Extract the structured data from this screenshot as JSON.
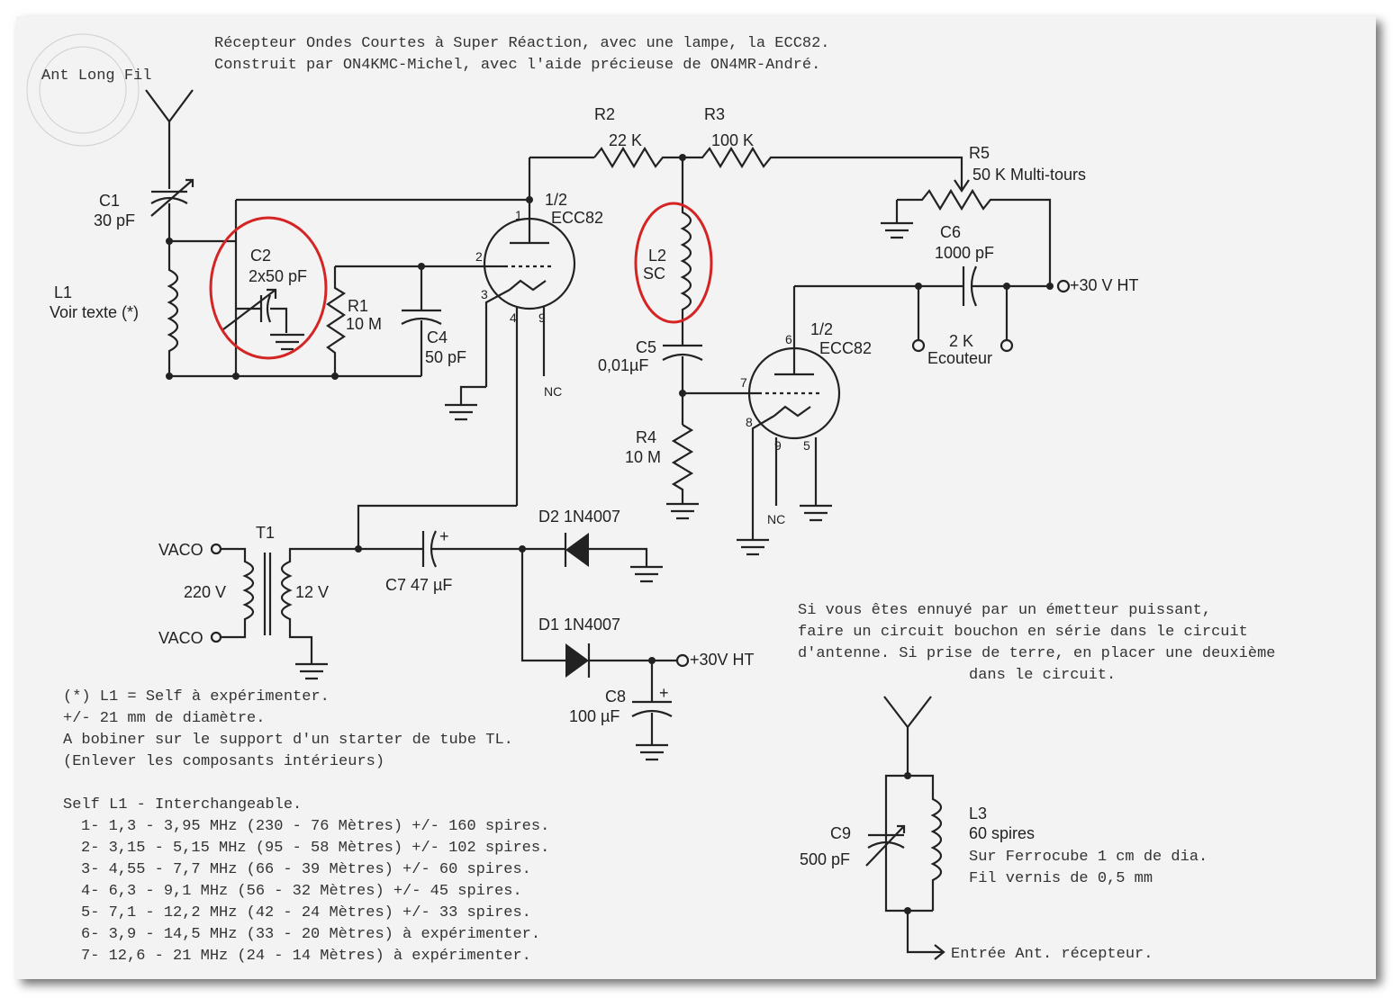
{
  "header": {
    "line1": "Récepteur Ondes Courtes à Super Réaction, avec une lampe, la ECC82.",
    "line2": "Construit par ON4KMC-Michel, avec l'aide précieuse de ON4MR-André."
  },
  "antenna_label": "Ant Long Fil",
  "components": {
    "c1": {
      "name": "C1",
      "value": "30 pF"
    },
    "c2": {
      "name": "C2",
      "value": "2x50 pF"
    },
    "l1": {
      "name": "L1",
      "value": "Voir texte (*)"
    },
    "r1": {
      "name": "R1",
      "value": "10 M"
    },
    "c4": {
      "name": "C4",
      "value": "50 pF"
    },
    "tube1": {
      "fraction": "1/2",
      "name": "ECC82",
      "pins": [
        "1",
        "2",
        "3",
        "4",
        "9"
      ],
      "nc": "NC"
    },
    "r2": {
      "name": "R2",
      "value": "22 K"
    },
    "r3": {
      "name": "R3",
      "value": "100 K"
    },
    "l2": {
      "name": "L2",
      "value": "SC"
    },
    "c5": {
      "name": "C5",
      "value": "0,01µF"
    },
    "r4": {
      "name": "R4",
      "value": "10 M"
    },
    "r5": {
      "name": "R5",
      "value": "50 K Multi-tours"
    },
    "c6": {
      "name": "C6",
      "value": "1000 pF"
    },
    "tube2": {
      "fraction": "1/2",
      "name": "ECC82",
      "pins": [
        "6",
        "7",
        "8",
        "9",
        "5"
      ],
      "nc": "NC"
    },
    "ht_out": "+30 V HT",
    "earphone": {
      "value": "2 K",
      "name": "Ecouteur"
    },
    "t1": {
      "name": "T1",
      "primary_top": "VACO",
      "primary_v": "220 V",
      "primary_bottom": "VACO",
      "secondary_v": "12 V"
    },
    "c7": {
      "name": "C7 47 µF",
      "plus": "+"
    },
    "d2": {
      "name": "D2 1N4007"
    },
    "d1": {
      "name": "D1 1N4007"
    },
    "ht_supply": "+30V HT",
    "c8": {
      "name": "C8",
      "value": "100 µF",
      "plus": "+"
    },
    "c9": {
      "name": "C9",
      "value": "500 pF"
    },
    "l3": {
      "name": "L3",
      "value": "60 spires"
    }
  },
  "l3_notes": [
    "Sur Ferrocube 1 cm de dia.",
    "Fil vernis de 0,5 mm"
  ],
  "trap_exit": "Entrée Ant. récepteur.",
  "right_note": [
    "Si vous êtes ennuyé par un émetteur puissant,",
    "faire un circuit bouchon en série dans le circuit",
    "d'antenne. Si prise de terre, en placer une deuxième",
    "dans le circuit."
  ],
  "notes": [
    "(*) L1 = Self à expérimenter.",
    "+/- 21 mm de diamètre.",
    "A bobiner sur le support d'un starter de tube TL.",
    "(Enlever les composants intérieurs)"
  ],
  "coil_table_title": "Self L1 - Interchangeable.",
  "coil_table": [
    "1- 1,3 - 3,95 MHz (230 - 76 Mètres) +/- 160 spires.",
    "2- 3,15 - 5,15 MHz (95 - 58 Mètres) +/- 102 spires.",
    "3- 4,55 - 7,7 MHz (66 - 39 Mètres) +/- 60 spires.",
    "4- 6,3 - 9,1 MHz (56 - 32 Mètres) +/- 45 spires.",
    "5- 7,1 - 12,2 MHz (42 - 24 Mètres) +/- 33 spires.",
    "6- 3,9 - 14,5 MHz (33 - 20 Mètres) à expérimenter.",
    "7- 12,6 - 21 MHz (24 - 14 Mètres) à expérimenter."
  ],
  "highlight_color": "#d42424"
}
